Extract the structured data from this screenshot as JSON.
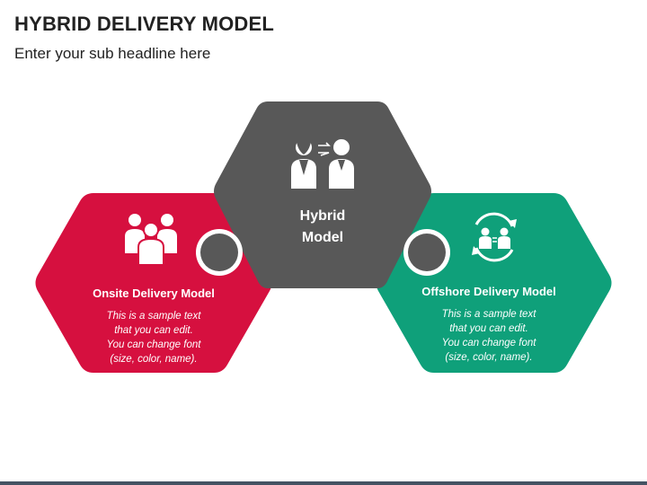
{
  "header": {
    "title": "HYBRID DELIVERY MODEL",
    "subtitle": "Enter your sub headline here"
  },
  "hexagons": {
    "center": {
      "line1": "Hybrid",
      "line2": "Model",
      "icon": "two-people-exchange-icon",
      "color": "#585858"
    },
    "left": {
      "title": "Onsite Delivery Model",
      "body": [
        "This is a sample text",
        "that you can edit.",
        "You can change font",
        "(size, color, name)."
      ],
      "icon": "team-group-icon",
      "color": "#d6103f"
    },
    "right": {
      "title": "Offshore Delivery Model",
      "body": [
        "This is a sample text",
        "that you can edit.",
        "You can change font",
        "(size, color, name)."
      ],
      "icon": "people-cycle-icon",
      "color": "#0fa07a"
    }
  },
  "colors": {
    "bottom_bar": "#455363"
  }
}
